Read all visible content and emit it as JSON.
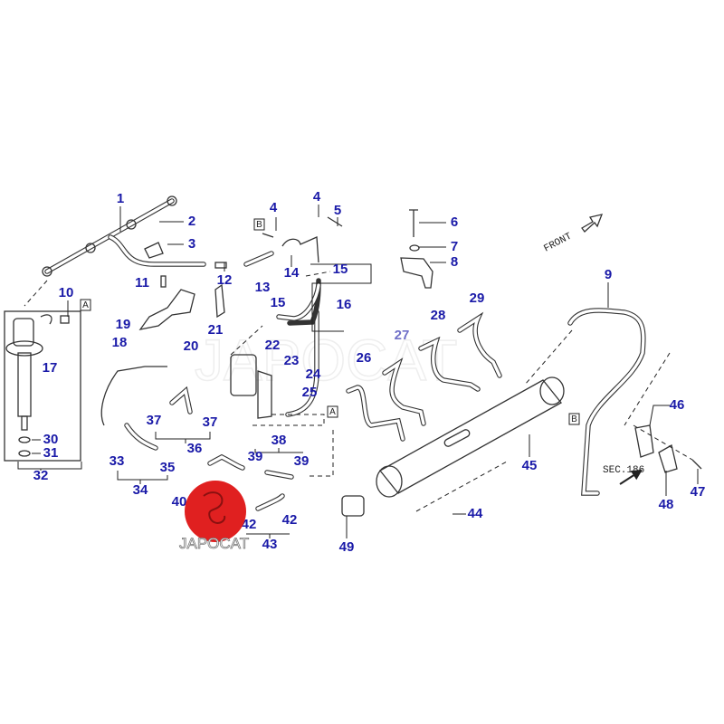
{
  "diagram": {
    "labels": [
      "1",
      "2",
      "3",
      "4",
      "4",
      "5",
      "6",
      "7",
      "8",
      "9",
      "10",
      "11",
      "12",
      "13",
      "14",
      "15",
      "15",
      "16",
      "17",
      "18",
      "19",
      "20",
      "21",
      "22",
      "23",
      "24",
      "25",
      "26",
      "27",
      "28",
      "29",
      "30",
      "31",
      "32",
      "33",
      "34",
      "35",
      "36",
      "37",
      "37",
      "38",
      "39",
      "39",
      "40",
      "42",
      "42",
      "43",
      "44",
      "45",
      "46",
      "47",
      "48",
      "49"
    ],
    "ref_boxes": [
      "A",
      "A",
      "B",
      "B"
    ],
    "front_label": "FRONT",
    "section_note": "SEC.186"
  },
  "watermark": {
    "text": "JAPOCAT",
    "logo_color": "#e02020"
  }
}
